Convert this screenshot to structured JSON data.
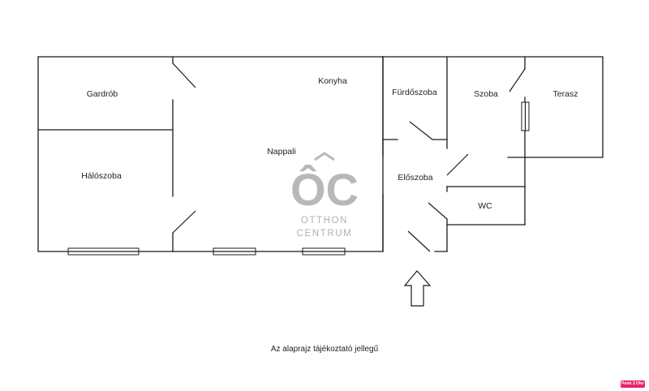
{
  "rooms": {
    "gardrob": "Gardrób",
    "haloszoba": "Hálószoba",
    "konyha": "Konyha",
    "nappali": "Nappali",
    "furdoszoba": "Fürdőszoba",
    "szoba": "Szoba",
    "terasz": "Terasz",
    "eloszoba": "Előszoba",
    "wc": "WC"
  },
  "watermark": {
    "monogram": "ÔC",
    "line1": "OTTHON",
    "line2": "CENTRUM"
  },
  "note": "Az alaprajz tájékoztató jellegű",
  "badge": {
    "text": "Point 3 Ufer",
    "color": "#e8246f"
  }
}
